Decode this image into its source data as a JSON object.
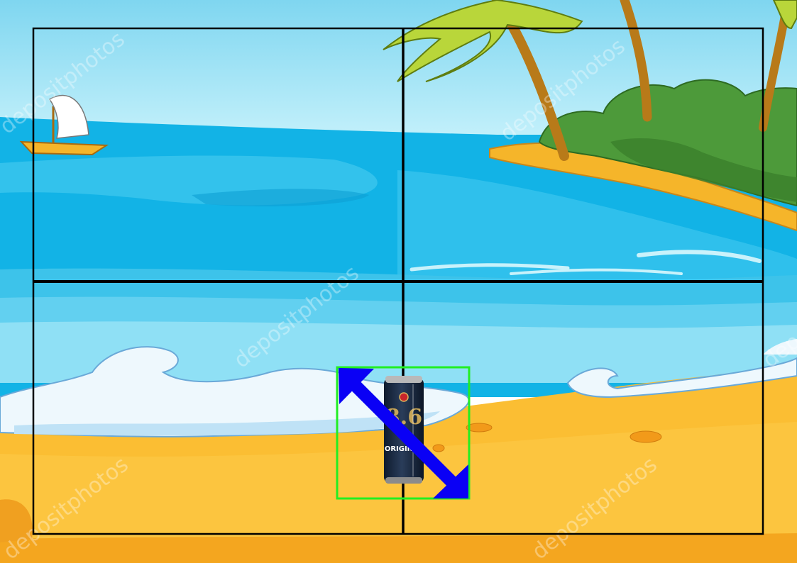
{
  "scene": {
    "colors": {
      "sky_top": "#7fd6f0",
      "sky_bottom": "#b8ecfa",
      "sea_deep": "#12b3e6",
      "sea_mid": "#3cc6ee",
      "sea_light": "#8fe0f5",
      "sand": "#fbbe33",
      "sand_dark": "#f4a61f",
      "foam": "#eef8fd",
      "foliage": "#4d9a3a",
      "trunk": "#b87a19",
      "grid_line": "#000000",
      "box_stroke": "#22ee22",
      "arrow": "#0a00f5"
    },
    "watermark": {
      "text": "depositphotos"
    },
    "can": {
      "label_big": "8.6",
      "label_small": "ORIGINAL"
    }
  }
}
